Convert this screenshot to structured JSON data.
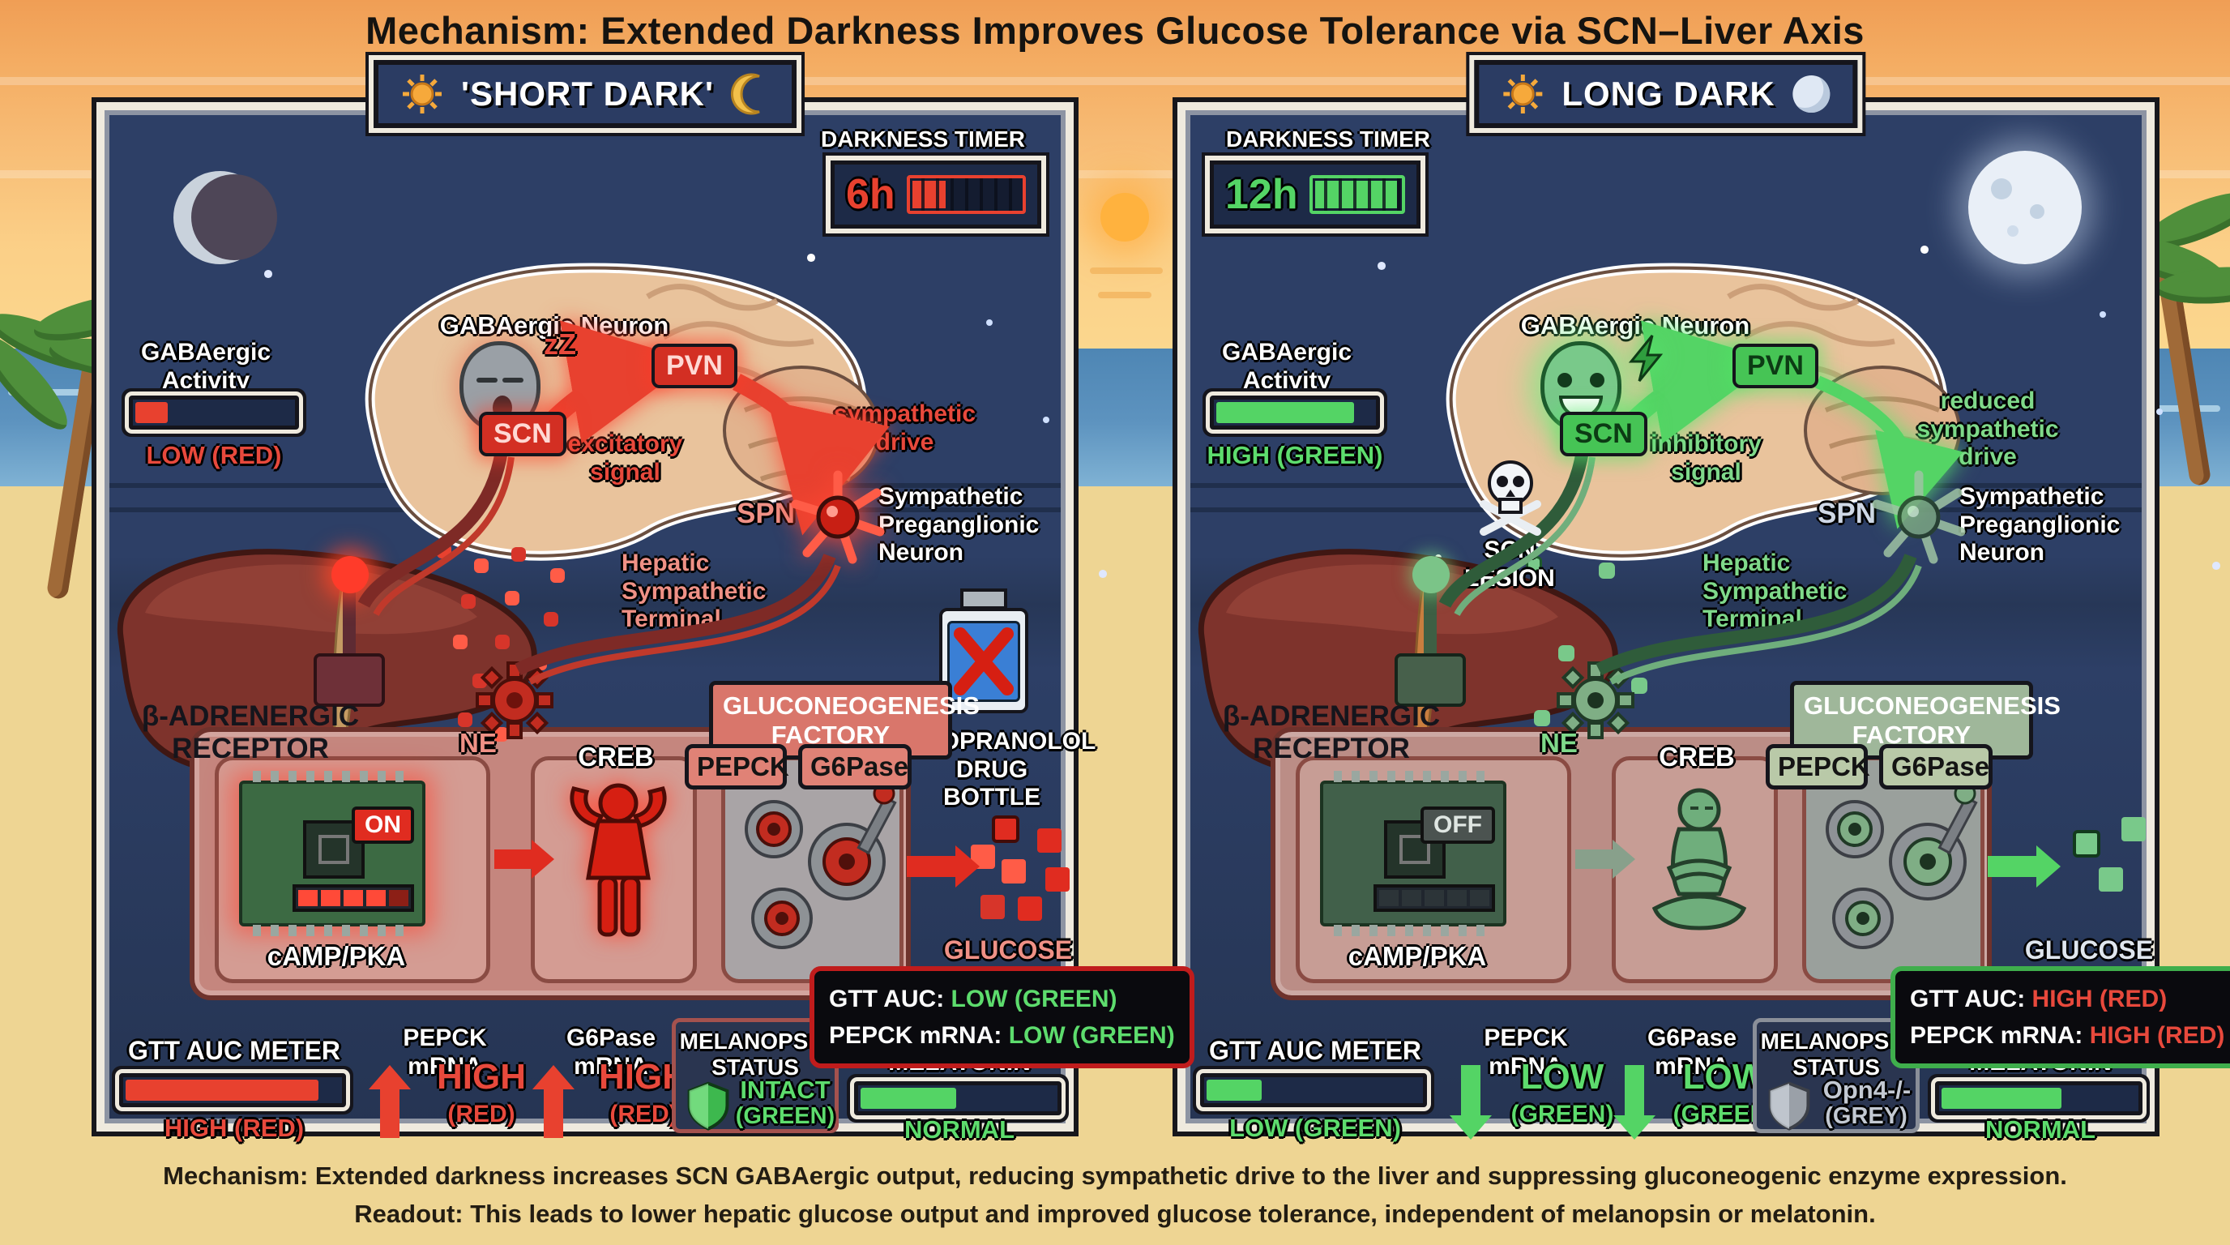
{
  "title": "Mechanism: Extended Darkness Improves Glucose Tolerance via SCN–Liver Axis",
  "caption": {
    "line1": "Mechanism: Extended darkness increases SCN GABAergic output, reducing sympathetic drive to the liver and suppressing gluconeogenic enzyme expression.",
    "line2": "Readout: This leads to lower hepatic glucose output and improved glucose tolerance, independent of melanopsin or melatonin."
  },
  "colors": {
    "red": "#e8412f",
    "green": "#54d465",
    "panel_bg": "#2d3f66",
    "sand": "#eed593",
    "salmon": "#ef9186"
  },
  "panels": [
    {
      "header": "'SHORT DARK'",
      "timer": {
        "label": "DARKNESS TIMER",
        "value": "6h",
        "fill_pct": 30
      },
      "gaba_meter": {
        "label": "GABAergic Activity",
        "status": "LOW (RED)",
        "fill_pct": 20
      },
      "brain": {
        "neuron_label": "GABAergic Neuron",
        "zzz": "zZ",
        "scn": "SCN",
        "pvn": "PVN",
        "signal": "excitatory signal",
        "drive": "sympathetic drive",
        "spn": "SPN",
        "spn_full": "Sympathetic Preganglionic Neuron"
      },
      "liver": {
        "receptor": "β-ADRENERGIC RECEPTOR",
        "terminal": "Hepatic Sympathetic Terminal",
        "ne": "NE"
      },
      "factory": {
        "title": "GLUCONEOGENESIS FACTORY",
        "pepck": "PEPCK",
        "g6pase": "G6Pase",
        "camp": "cAMP/PKA",
        "switch": "ON",
        "creb": "CREB",
        "glucose": "GLUCOSE"
      },
      "propranolol": "PROPRANOLOL DRUG BOTTLE",
      "readout": {
        "line1_label": "GTT AUC:",
        "line1_value": "LOW (GREEN)",
        "line2_label": "PEPCK mRNA:",
        "line2_value": "LOW (GREEN)"
      },
      "gtt_meter": {
        "label": "GTT AUC METER",
        "status": "HIGH (RED)",
        "fill_pct": 88
      },
      "pepck_mrna": {
        "label": "PEPCK mRNA",
        "value": "HIGH",
        "paren": "(RED)",
        "direction": "up"
      },
      "g6pase_mrna": {
        "label": "G6Pase mRNA",
        "value": "HIGH",
        "paren": "(RED)",
        "direction": "up"
      },
      "melanopsin": {
        "title": "MELANOPSIN STATUS",
        "value": "INTACT",
        "paren": "(GREEN)"
      },
      "melatonin": {
        "label": "MELATONIN LEVEL",
        "status": "NORMAL",
        "fill_pct": 48
      }
    },
    {
      "header": "LONG DARK",
      "timer": {
        "label": "DARKNESS TIMER",
        "value": "12h",
        "fill_pct": 92
      },
      "gaba_meter": {
        "label": "GABAergic Activity",
        "status": "HIGH (GREEN)",
        "fill_pct": 85
      },
      "brain": {
        "neuron_label": "GABAergic Neuron",
        "scn_lesion": "SCN LESION",
        "scn": "SCN",
        "pvn": "PVN",
        "signal": "inhibitory signal",
        "drive": "reduced sympathetic drive",
        "spn": "SPN",
        "spn_full": "Sympathetic Preganglionic Neuron"
      },
      "liver": {
        "receptor": "β-ADRENERGIC RECEPTOR",
        "terminal": "Hepatic Sympathetic Terminal",
        "ne": "NE"
      },
      "factory": {
        "title": "GLUCONEOGENESIS FACTORY",
        "pepck": "PEPCK",
        "g6pase": "G6Pase",
        "camp": "cAMP/PKA",
        "switch": "OFF",
        "creb": "CREB",
        "glucose": "GLUCOSE"
      },
      "readout": {
        "line1_label": "GTT AUC:",
        "line1_value": "HIGH (RED)",
        "line2_label": "PEPCK mRNA:",
        "line2_value": "HIGH (RED)"
      },
      "gtt_meter": {
        "label": "GTT AUC METER",
        "status": "LOW (GREEN)",
        "fill_pct": 25
      },
      "pepck_mrna": {
        "label": "PEPCK mRNA",
        "value": "LOW",
        "paren": "(GREEN)",
        "direction": "down"
      },
      "g6pase_mrna": {
        "label": "G6Pase mRNA",
        "value": "LOW",
        "paren": "(GREEN)",
        "direction": "down"
      },
      "melanopsin": {
        "title": "MELANOPSIN STATUS",
        "value": "Opn4-/-",
        "paren": "(GREY)"
      },
      "melatonin": {
        "label": "MELATONIN LEVEL",
        "status": "NORMAL",
        "fill_pct": 60
      }
    }
  ]
}
